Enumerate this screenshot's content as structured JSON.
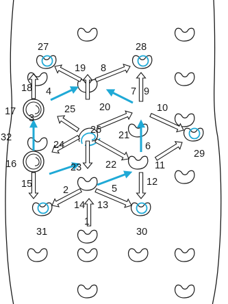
{
  "colors": {
    "stroke": "#1a1a1a",
    "accent": "#1fa9d6",
    "background": "#ffffff"
  },
  "labels": {
    "n1": "1",
    "n2": "2",
    "n3": "3",
    "n4": "4",
    "n5": "5",
    "n6": "6",
    "n7": "7",
    "n8": "8",
    "n9": "9",
    "n10": "10",
    "n11": "11",
    "n12": "12",
    "n13": "13",
    "n14": "14",
    "n15": "15",
    "n16": "16",
    "n17": "17",
    "n18": "18",
    "n19": "19",
    "n20": "20",
    "n21": "21",
    "n22": "22",
    "n23": "23",
    "n24": "24",
    "n25": "25",
    "n26": "26",
    "n27": "27",
    "n28": "28",
    "n29": "29",
    "n30": "30",
    "n31": "31",
    "n32": "32"
  }
}
